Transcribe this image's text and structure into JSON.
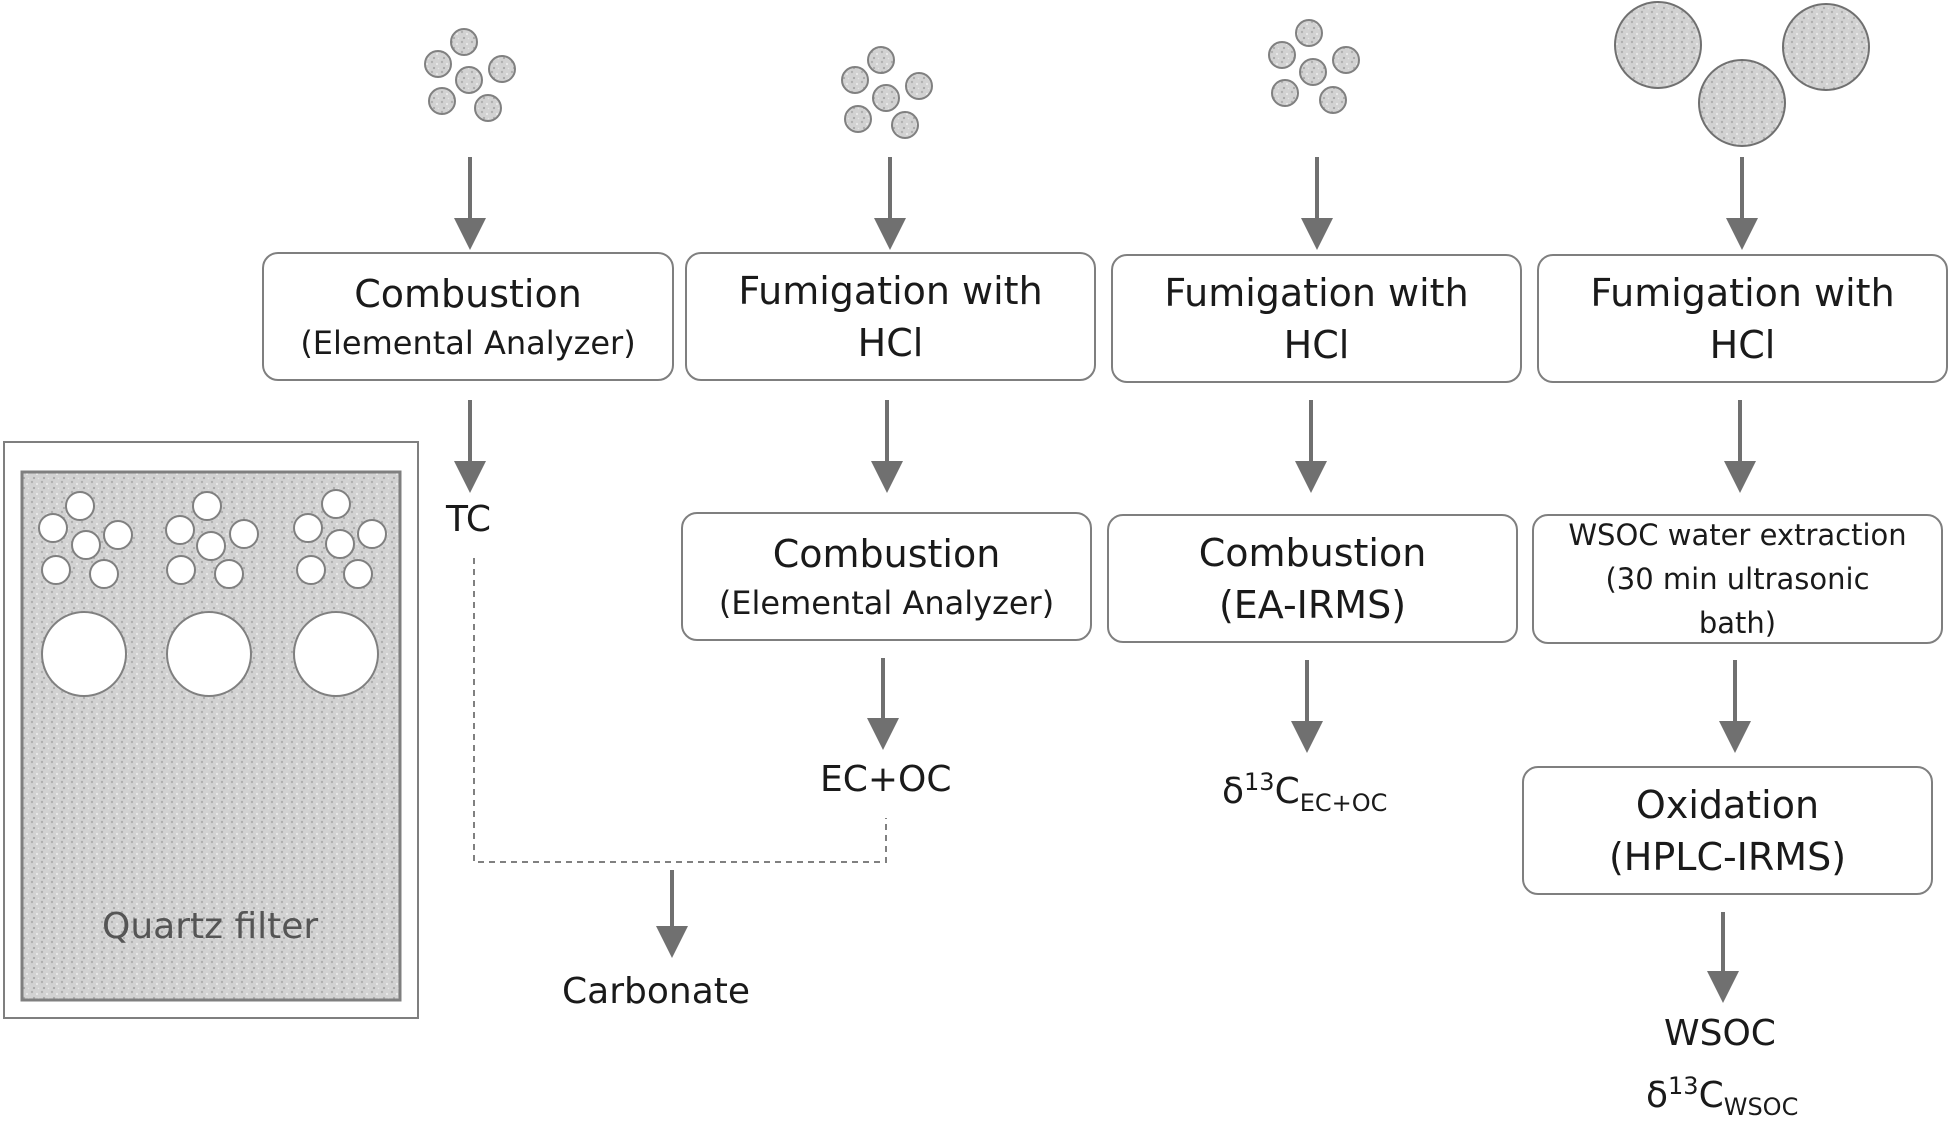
{
  "filter": {
    "caption": "Quartz filter"
  },
  "columns": [
    {
      "steps": [
        {
          "line1": "Combustion",
          "line2": "(Elemental Analyzer)"
        }
      ],
      "output": "TC"
    },
    {
      "steps": [
        {
          "line1": "Fumigation with",
          "line2": "HCl"
        },
        {
          "line1": "Combustion",
          "line2": "(Elemental Analyzer)"
        }
      ],
      "output": "EC+OC"
    },
    {
      "steps": [
        {
          "line1": "Fumigation with",
          "line2": "HCl"
        },
        {
          "line1": "Combustion",
          "line2": "(EA-IRMS)"
        }
      ],
      "output": {
        "symbol": "δ",
        "sup": "13",
        "main": "C",
        "sub": "EC+OC"
      }
    },
    {
      "steps": [
        {
          "line1": "Fumigation with",
          "line2": "HCl"
        },
        {
          "line1": "WSOC water extraction",
          "line2": "(30 min ultrasonic",
          "line3": "bath)"
        },
        {
          "line1": "Oxidation",
          "line2": "(HPLC-IRMS)"
        }
      ],
      "output": {
        "line1": "WSOC",
        "symbol": "δ",
        "sup": "13",
        "main": "C",
        "sub": "WSOC"
      }
    }
  ],
  "difference_output": "Carbonate",
  "colors": {
    "arrow": "#707070",
    "box_border": "#7f7f7f",
    "filter_speckle": "#bdbdbd"
  }
}
